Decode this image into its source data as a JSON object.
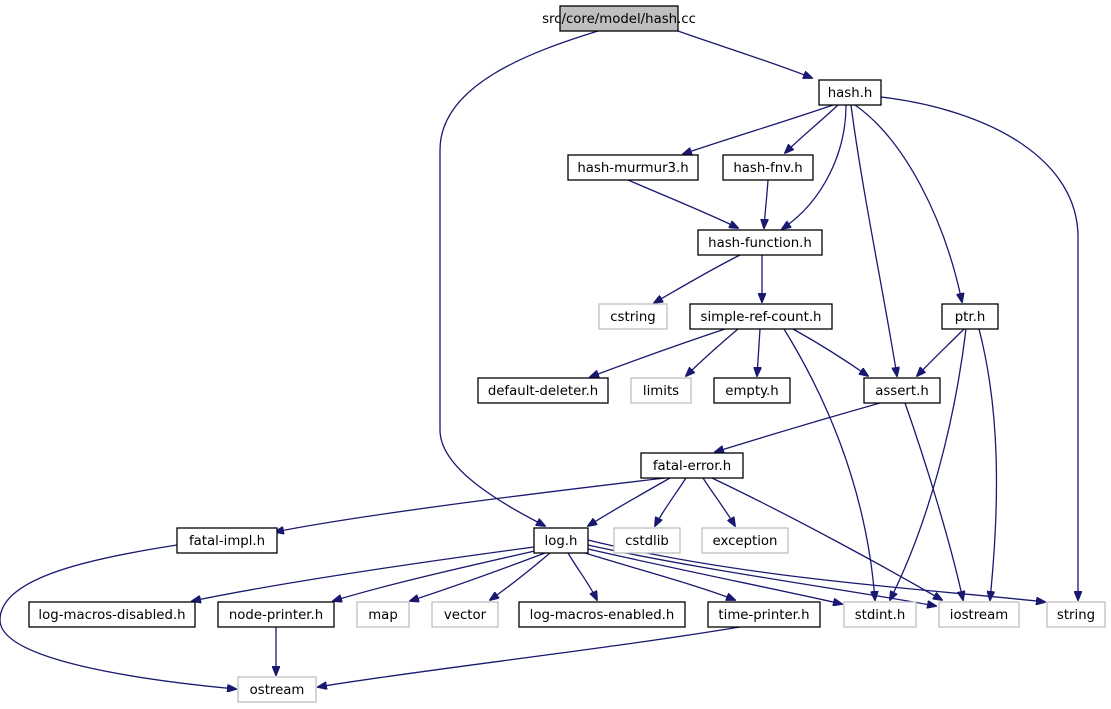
{
  "nodes": [
    {
      "id": "hash_cc",
      "label": "src/core/model/hash.cc",
      "style": "root"
    },
    {
      "id": "hash_h",
      "label": "hash.h",
      "style": "internal"
    },
    {
      "id": "hash_murmur3",
      "label": "hash-murmur3.h",
      "style": "internal"
    },
    {
      "id": "hash_fnv",
      "label": "hash-fnv.h",
      "style": "internal"
    },
    {
      "id": "hash_function",
      "label": "hash-function.h",
      "style": "internal"
    },
    {
      "id": "cstring",
      "label": "cstring",
      "style": "external"
    },
    {
      "id": "simple_ref_count",
      "label": "simple-ref-count.h",
      "style": "internal"
    },
    {
      "id": "ptr_h",
      "label": "ptr.h",
      "style": "internal"
    },
    {
      "id": "default_deleter",
      "label": "default-deleter.h",
      "style": "internal"
    },
    {
      "id": "limits",
      "label": "limits",
      "style": "external"
    },
    {
      "id": "empty_h",
      "label": "empty.h",
      "style": "internal"
    },
    {
      "id": "assert_h",
      "label": "assert.h",
      "style": "internal"
    },
    {
      "id": "fatal_error",
      "label": "fatal-error.h",
      "style": "internal"
    },
    {
      "id": "fatal_impl",
      "label": "fatal-impl.h",
      "style": "internal"
    },
    {
      "id": "log_h",
      "label": "log.h",
      "style": "internal"
    },
    {
      "id": "cstdlib",
      "label": "cstdlib",
      "style": "external"
    },
    {
      "id": "exception",
      "label": "exception",
      "style": "external"
    },
    {
      "id": "log_macros_disabled",
      "label": "log-macros-disabled.h",
      "style": "internal"
    },
    {
      "id": "node_printer",
      "label": "node-printer.h",
      "style": "internal"
    },
    {
      "id": "map",
      "label": "map",
      "style": "external"
    },
    {
      "id": "vector",
      "label": "vector",
      "style": "external"
    },
    {
      "id": "log_macros_enabled",
      "label": "log-macros-enabled.h",
      "style": "internal"
    },
    {
      "id": "time_printer",
      "label": "time-printer.h",
      "style": "internal"
    },
    {
      "id": "stdint_h",
      "label": "stdint.h",
      "style": "external"
    },
    {
      "id": "iostream",
      "label": "iostream",
      "style": "external"
    },
    {
      "id": "string",
      "label": "string",
      "style": "external"
    },
    {
      "id": "ostream",
      "label": "ostream",
      "style": "external"
    }
  ],
  "edges": [
    {
      "from": "hash_cc",
      "to": "hash_h"
    },
    {
      "from": "hash_cc",
      "to": "log_h"
    },
    {
      "from": "hash_h",
      "to": "hash_murmur3"
    },
    {
      "from": "hash_h",
      "to": "hash_fnv"
    },
    {
      "from": "hash_h",
      "to": "hash_function"
    },
    {
      "from": "hash_h",
      "to": "assert_h"
    },
    {
      "from": "hash_h",
      "to": "ptr_h"
    },
    {
      "from": "hash_h",
      "to": "string"
    },
    {
      "from": "hash_murmur3",
      "to": "hash_function"
    },
    {
      "from": "hash_fnv",
      "to": "hash_function"
    },
    {
      "from": "hash_function",
      "to": "cstring"
    },
    {
      "from": "hash_function",
      "to": "simple_ref_count"
    },
    {
      "from": "simple_ref_count",
      "to": "default_deleter"
    },
    {
      "from": "simple_ref_count",
      "to": "limits"
    },
    {
      "from": "simple_ref_count",
      "to": "empty_h"
    },
    {
      "from": "simple_ref_count",
      "to": "assert_h"
    },
    {
      "from": "simple_ref_count",
      "to": "stdint_h"
    },
    {
      "from": "ptr_h",
      "to": "assert_h"
    },
    {
      "from": "ptr_h",
      "to": "stdint_h"
    },
    {
      "from": "ptr_h",
      "to": "iostream"
    },
    {
      "from": "assert_h",
      "to": "fatal_error"
    },
    {
      "from": "assert_h",
      "to": "iostream"
    },
    {
      "from": "fatal_error",
      "to": "fatal_impl"
    },
    {
      "from": "fatal_error",
      "to": "log_h"
    },
    {
      "from": "fatal_error",
      "to": "cstdlib"
    },
    {
      "from": "fatal_error",
      "to": "exception"
    },
    {
      "from": "fatal_error",
      "to": "iostream"
    },
    {
      "from": "fatal_impl",
      "to": "ostream"
    },
    {
      "from": "log_h",
      "to": "log_macros_disabled"
    },
    {
      "from": "log_h",
      "to": "node_printer"
    },
    {
      "from": "log_h",
      "to": "map"
    },
    {
      "from": "log_h",
      "to": "vector"
    },
    {
      "from": "log_h",
      "to": "log_macros_enabled"
    },
    {
      "from": "log_h",
      "to": "time_printer"
    },
    {
      "from": "log_h",
      "to": "stdint_h"
    },
    {
      "from": "log_h",
      "to": "iostream"
    },
    {
      "from": "log_h",
      "to": "string"
    },
    {
      "from": "node_printer",
      "to": "ostream"
    },
    {
      "from": "time_printer",
      "to": "ostream"
    }
  ],
  "colors": {
    "edge": "#191970",
    "internal_border": "#000000",
    "external_border": "#bfbfbf",
    "root_fill": "#bfbfbf"
  }
}
